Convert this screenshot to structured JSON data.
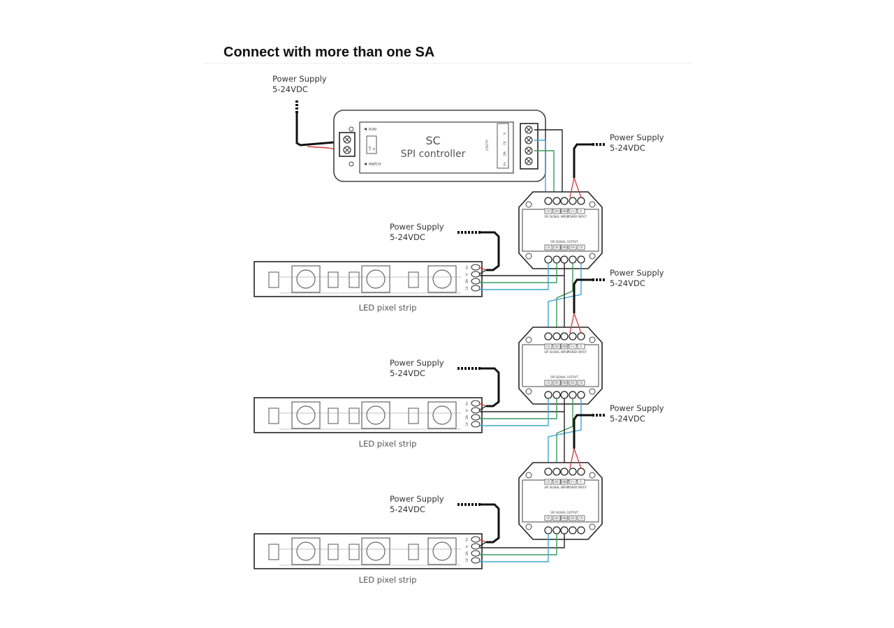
{
  "title": "Connect with more than one SA",
  "controller": {
    "name": "SC",
    "subtitle": "SPI controller",
    "run_label": "RUN",
    "match_label": "MATCH",
    "input_terminal_labels": [
      "+A",
      "-A"
    ],
    "output_header": "OUTPUT",
    "output_terminal_labels": [
      "V+",
      "DA",
      "CK",
      "V-"
    ]
  },
  "power_supply": {
    "line1": "Power Supply",
    "line2": "5-24VDC"
  },
  "amplifier": {
    "input_pins": [
      "CK",
      "DA",
      "GND",
      "V+",
      "V-"
    ],
    "input_caption": "SPI SIGNAL INPUT",
    "power_caption": "POWER INPUT",
    "output_caption": "SPI SIGNAL OUTPUT",
    "output_pins": [
      "CK",
      "DA",
      "GND",
      "DA",
      "CK"
    ]
  },
  "strip": {
    "label": "LED pixel strip",
    "pins": [
      "V+",
      "V-",
      "DA",
      "CK"
    ]
  },
  "groups": 3,
  "colors": {
    "clock": "#3ba7d3",
    "data": "#3a9a5c",
    "ground": "#222222",
    "positive": "#d33a3a"
  }
}
